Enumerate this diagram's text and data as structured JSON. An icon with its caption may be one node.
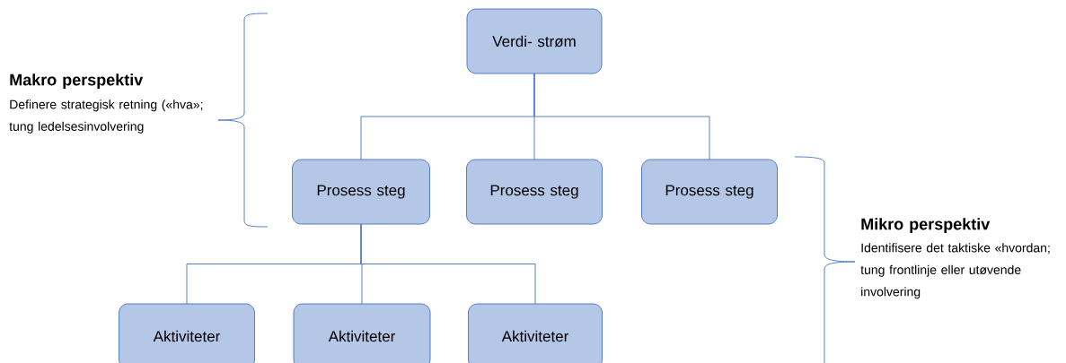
{
  "diagram": {
    "nodes": [
      {
        "text": [
          "Verdi- strøm"
        ]
      },
      {
        "text": [
          "Prosess steg"
        ]
      },
      {
        "text": [
          "Prosess steg"
        ]
      },
      {
        "text": [
          "Prosess steg"
        ]
      },
      {
        "text": [
          "Aktiviteter"
        ]
      },
      {
        "text": [
          "Aktiviteter"
        ]
      },
      {
        "text": [
          "Aktiviteter"
        ]
      }
    ],
    "edges": [
      {
        "from": 0,
        "to": 1,
        "arrow": "none"
      },
      {
        "from": 0,
        "to": 2,
        "arrow": "none"
      },
      {
        "from": 0,
        "to": 3,
        "arrow": "none"
      },
      {
        "from": 1,
        "to": 4,
        "arrow": "none"
      },
      {
        "from": 1,
        "to": 5,
        "arrow": "none"
      },
      {
        "from": 1,
        "to": 6,
        "arrow": "none"
      }
    ],
    "labels": [
      "Makro perspektiv",
      "Definere strategisk retning («hva»; tung ledelsesinvolvering",
      "Mikro perspektiv",
      "Identifisere det taktiske «hvordan; tung frontlinje eller utøvende involvering"
    ]
  }
}
